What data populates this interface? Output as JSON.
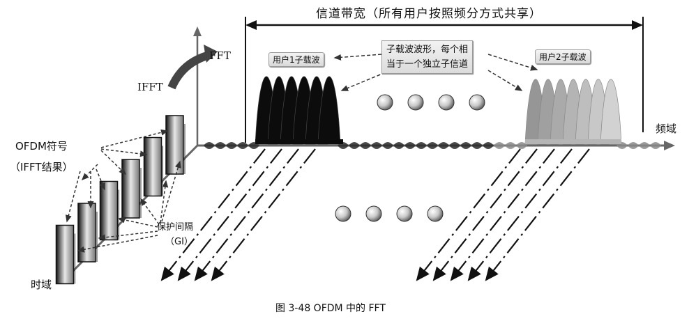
{
  "bandwidth_label": "信道带宽（所有用户按照频分方式共享）",
  "fft_label": "FFT",
  "ifft_label": "IFFT",
  "freq_axis_label": "频域",
  "time_axis_label": "时域",
  "ofdm_symbol_line1": "OFDM符号",
  "ofdm_symbol_line2": "（IFFT结果）",
  "guard_line1": "保护间隔",
  "guard_line2": "（GI）",
  "user1_tag": "用户1子载波",
  "user2_tag": "用户2子载波",
  "subcarrier_note_line1": "子载波波形，每个相",
  "subcarrier_note_line2": "当于一个独立子信道",
  "caption": "图 3-48    OFDM 中的 FFT"
}
